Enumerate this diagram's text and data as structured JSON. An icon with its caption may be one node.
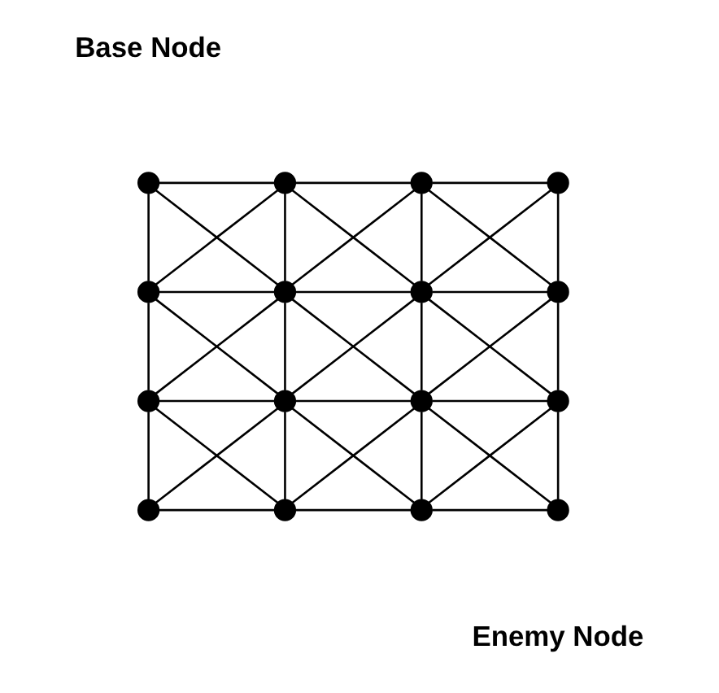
{
  "diagram": {
    "nodes": [
      {
        "text": [],
        "shape": "circle",
        "beside": [
          "Base Node"
        ]
      },
      {
        "text": [],
        "shape": "circle"
      },
      {
        "text": [],
        "shape": "circle"
      },
      {
        "text": [],
        "shape": "circle"
      },
      {
        "text": [],
        "shape": "circle"
      },
      {
        "text": [],
        "shape": "circle"
      },
      {
        "text": [],
        "shape": "circle"
      },
      {
        "text": [],
        "shape": "circle"
      },
      {
        "text": [],
        "shape": "circle"
      },
      {
        "text": [],
        "shape": "circle"
      },
      {
        "text": [],
        "shape": "circle"
      },
      {
        "text": [],
        "shape": "circle"
      },
      {
        "text": [],
        "shape": "circle"
      },
      {
        "text": [],
        "shape": "circle"
      },
      {
        "text": [],
        "shape": "circle"
      },
      {
        "text": [],
        "shape": "circle",
        "beside": [
          "Enemy Node"
        ]
      }
    ],
    "edges": [
      {
        "from": 0,
        "to": 1,
        "arrow": "none"
      },
      {
        "from": 1,
        "to": 2,
        "arrow": "none"
      },
      {
        "from": 2,
        "to": 3,
        "arrow": "none"
      },
      {
        "from": 4,
        "to": 5,
        "arrow": "none"
      },
      {
        "from": 5,
        "to": 6,
        "arrow": "none"
      },
      {
        "from": 6,
        "to": 7,
        "arrow": "none"
      },
      {
        "from": 8,
        "to": 9,
        "arrow": "none"
      },
      {
        "from": 9,
        "to": 10,
        "arrow": "none"
      },
      {
        "from": 10,
        "to": 11,
        "arrow": "none"
      },
      {
        "from": 12,
        "to": 13,
        "arrow": "none"
      },
      {
        "from": 13,
        "to": 14,
        "arrow": "none"
      },
      {
        "from": 14,
        "to": 15,
        "arrow": "none"
      },
      {
        "from": 0,
        "to": 4,
        "arrow": "none"
      },
      {
        "from": 1,
        "to": 5,
        "arrow": "none"
      },
      {
        "from": 2,
        "to": 6,
        "arrow": "none"
      },
      {
        "from": 3,
        "to": 7,
        "arrow": "none"
      },
      {
        "from": 4,
        "to": 8,
        "arrow": "none"
      },
      {
        "from": 5,
        "to": 9,
        "arrow": "none"
      },
      {
        "from": 6,
        "to": 10,
        "arrow": "none"
      },
      {
        "from": 7,
        "to": 11,
        "arrow": "none"
      },
      {
        "from": 8,
        "to": 12,
        "arrow": "none"
      },
      {
        "from": 9,
        "to": 13,
        "arrow": "none"
      },
      {
        "from": 10,
        "to": 14,
        "arrow": "none"
      },
      {
        "from": 11,
        "to": 15,
        "arrow": "none"
      },
      {
        "from": 0,
        "to": 5,
        "arrow": "none"
      },
      {
        "from": 1,
        "to": 4,
        "arrow": "none"
      },
      {
        "from": 1,
        "to": 6,
        "arrow": "none"
      },
      {
        "from": 2,
        "to": 5,
        "arrow": "none"
      },
      {
        "from": 2,
        "to": 7,
        "arrow": "none"
      },
      {
        "from": 3,
        "to": 6,
        "arrow": "none"
      },
      {
        "from": 4,
        "to": 9,
        "arrow": "none"
      },
      {
        "from": 5,
        "to": 8,
        "arrow": "none"
      },
      {
        "from": 5,
        "to": 10,
        "arrow": "none"
      },
      {
        "from": 6,
        "to": 9,
        "arrow": "none"
      },
      {
        "from": 6,
        "to": 11,
        "arrow": "none"
      },
      {
        "from": 7,
        "to": 10,
        "arrow": "none"
      },
      {
        "from": 8,
        "to": 13,
        "arrow": "none"
      },
      {
        "from": 9,
        "to": 12,
        "arrow": "none"
      },
      {
        "from": 9,
        "to": 14,
        "arrow": "none"
      },
      {
        "from": 10,
        "to": 13,
        "arrow": "none"
      },
      {
        "from": 10,
        "to": 15,
        "arrow": "none"
      },
      {
        "from": 11,
        "to": 14,
        "arrow": "none"
      }
    ]
  }
}
